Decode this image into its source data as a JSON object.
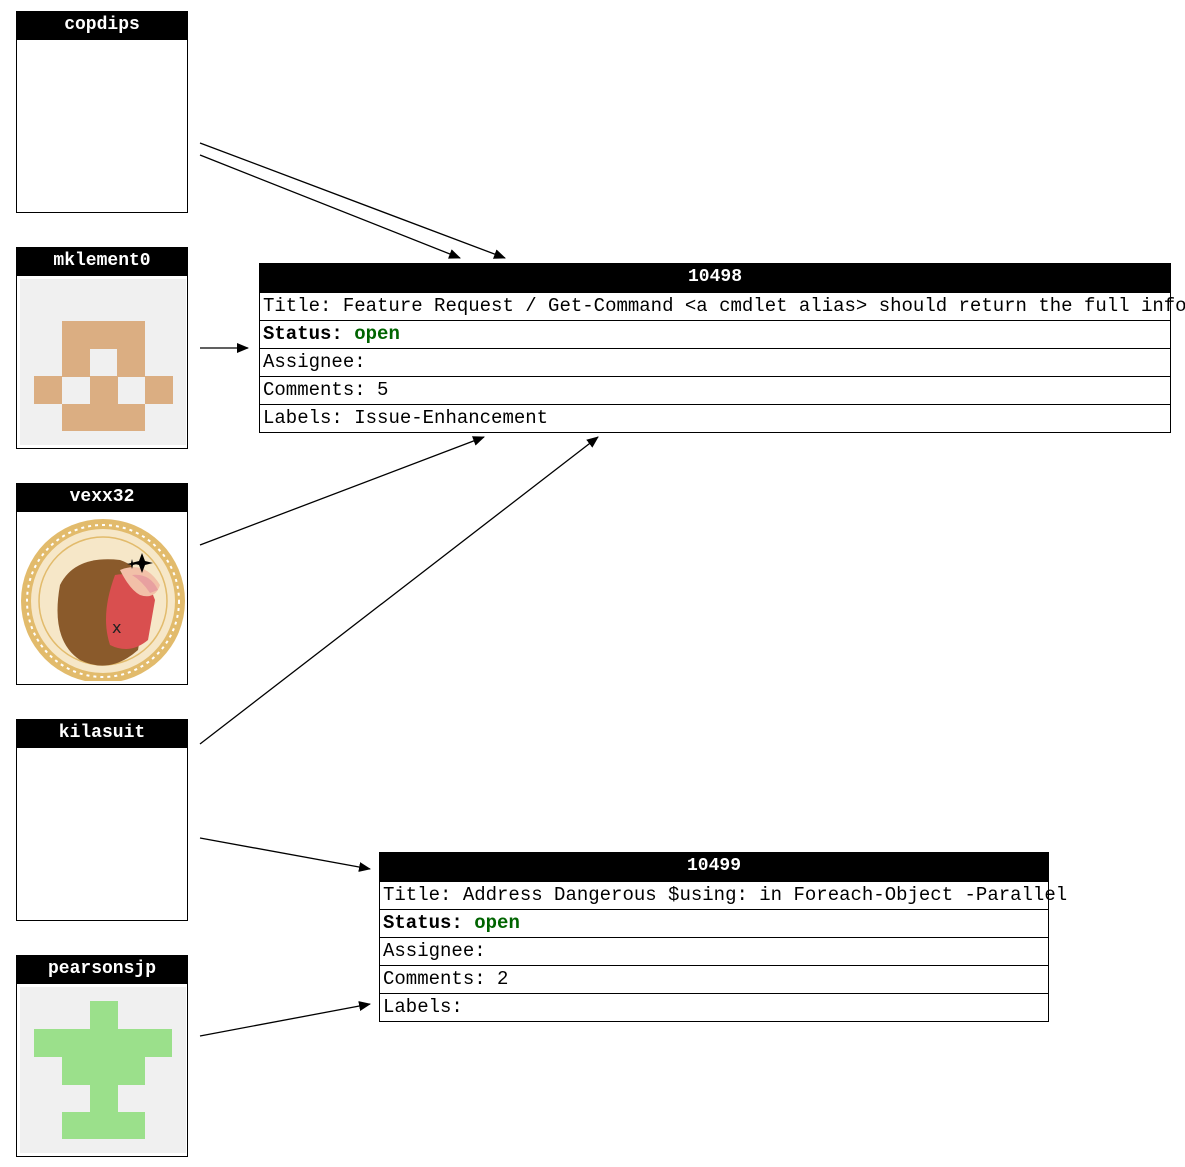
{
  "users": [
    {
      "name": "copdips"
    },
    {
      "name": "mklement0"
    },
    {
      "name": "vexx32"
    },
    {
      "name": "kilasuit"
    },
    {
      "name": "pearsonsjp"
    }
  ],
  "issues": [
    {
      "number": "10498",
      "title_label": "Title:",
      "title": "Feature Request / Get-Command <a cmdlet alias> should return the full info.",
      "status_label": "Status:",
      "status": "open",
      "assignee_label": "Assignee:",
      "assignee": "",
      "comments_label": "Comments:",
      "comments": "5",
      "labels_label": "Labels:",
      "labels": "Issue-Enhancement"
    },
    {
      "number": "10499",
      "title_label": "Title:",
      "title": "Address Dangerous $using: in Foreach-Object -Parallel",
      "status_label": "Status:",
      "status": "open",
      "assignee_label": "Assignee:",
      "assignee": "",
      "comments_label": "Comments:",
      "comments": "2",
      "labels_label": "Labels:",
      "labels": ""
    }
  ],
  "colors": {
    "status_open": "#006400",
    "avatar_mklement0": "#dbae82",
    "avatar_pearsonsjp": "#9be08b",
    "avatar_bg": "#f0f0f0"
  }
}
